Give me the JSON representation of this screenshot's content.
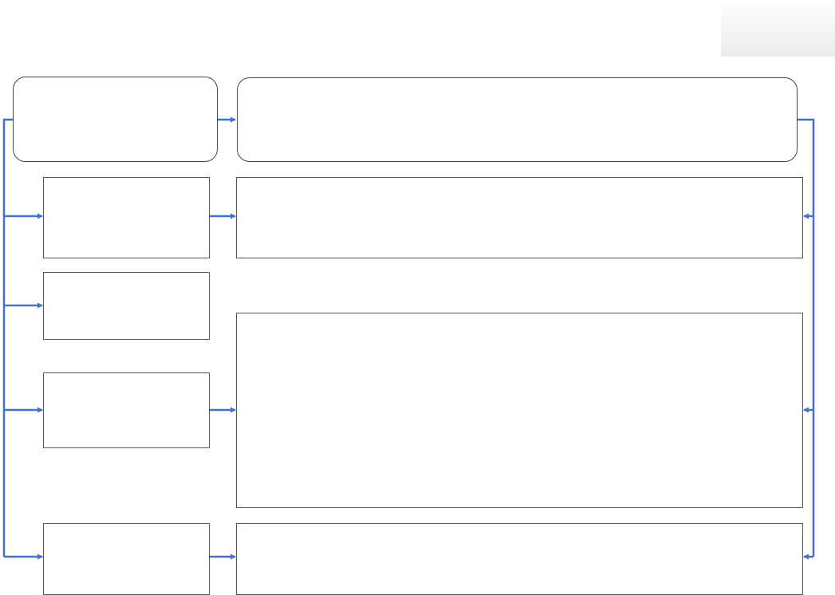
{
  "diagram": {
    "colors": {
      "connector": "#4472c4",
      "box_border": "#555555",
      "background": "#ffffff",
      "corner_shade": "#ececec"
    },
    "nodes": [
      {
        "id": "header-left",
        "label": ""
      },
      {
        "id": "header-right",
        "label": ""
      },
      {
        "id": "row1-left",
        "label": ""
      },
      {
        "id": "row1-right",
        "label": ""
      },
      {
        "id": "row2-left",
        "label": ""
      },
      {
        "id": "row3-left",
        "label": ""
      },
      {
        "id": "row23-right",
        "label": ""
      },
      {
        "id": "row4-left",
        "label": ""
      },
      {
        "id": "row4-right",
        "label": ""
      }
    ]
  }
}
